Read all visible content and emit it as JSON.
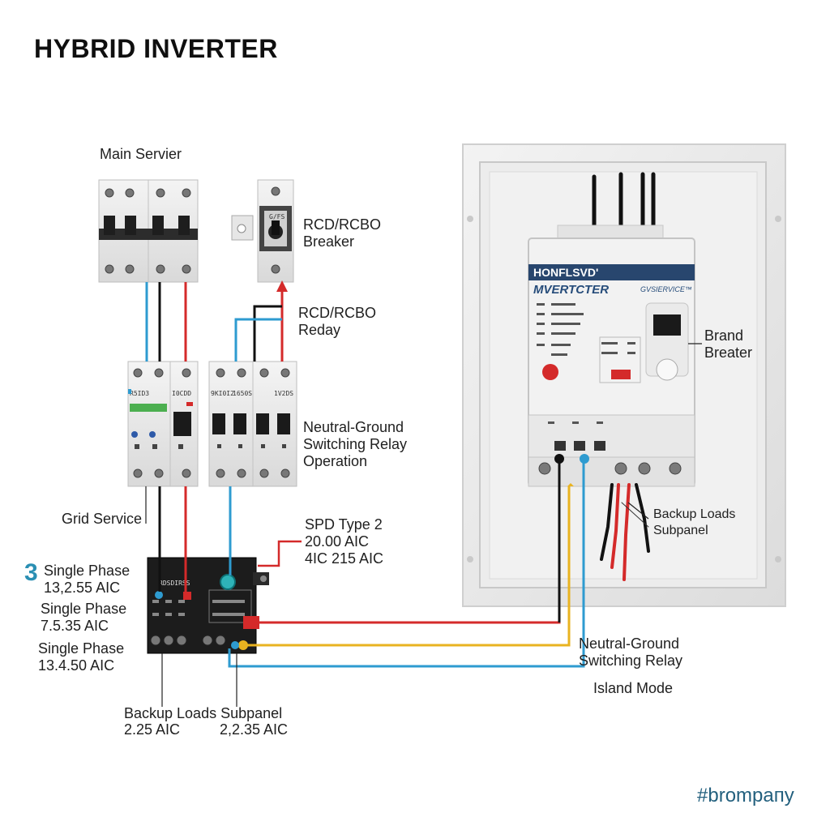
{
  "title": "HYBRID INVERTER",
  "labels": {
    "main_service": "Main Servier",
    "rcd_rcbo_breaker": "RCD/RCBO\nBreaker",
    "rcd_rcbo_reday": "RCD/RCBO\nReday",
    "ng_switching_relay_operation": "Neutral-Ground\nSwitching Relay\nOperation",
    "grid_service": "Grid Service",
    "spd_type2": "SPD Type 2\n20.00 AIC\n4IC 215 AIC",
    "number_3": "3",
    "single_phase_1": "Single Phase\n13,2.55 AIC",
    "single_phase_2": "Single Phase\n7.5.35 AIC",
    "single_phase_3": "Single Phase\n13.4.50 AIC",
    "backup_loads_subpanel_bottom": "Backup Loads Subpanel",
    "aic_left": "2.25 AIC",
    "aic_right": "2,2.35 AIC",
    "brand_breater": "Brand\nBreater",
    "backup_loads_subpanel_right": "Backup Loads\nSubpanel",
    "ng_switching_relay": "Neutral-Ground\nSwitching Relay",
    "island_mode": "Island Mode",
    "hashtag": "#brompaпy"
  },
  "inverter": {
    "brand": "HONFLSVD'",
    "model": "MVERTCTER",
    "sub": "GVSIERVICE™"
  },
  "module_labels": {
    "m1": "R5ID3",
    "m2": "I0CDD",
    "m3": "9KI0I2",
    "m4": "1650S",
    "m5": "1V2DS",
    "rcd": "G/FS",
    "spd": "RDSDIRSS"
  },
  "colors": {
    "red": "#d42a2a",
    "blue": "#2e9bd0",
    "yellow": "#e9b320",
    "black": "#111111",
    "inverter_header": "#28466e"
  }
}
